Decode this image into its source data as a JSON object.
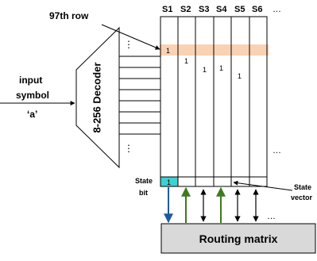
{
  "labels": {
    "row_97": "97th row",
    "input_line1": "input",
    "input_line2": "symbol",
    "input_char": "‘a’",
    "decoder": "8-256 Decoder",
    "state_bit_line1": "State",
    "state_bit_line2": "bit",
    "state_vector_line1": "State",
    "state_vector_line2": "vector",
    "routing_matrix": "Routing matrix",
    "ellipsis_h": "…",
    "ellipsis_v": "⋮"
  },
  "columns": [
    "S1",
    "S2",
    "S3",
    "S4",
    "S5",
    "S6"
  ],
  "cell_values": {
    "s1_row97": "1",
    "s2": "1",
    "s3": "1",
    "s4": "1",
    "s5": "1",
    "state_bit": "1"
  },
  "colors": {
    "row_highlight": "#f9d2b4",
    "state_bit_fill": "#3dd1cf",
    "blue_arrow": "#1f5b9c",
    "green_arrow": "#3f7a1e",
    "routing_fill": "#d9d9d9"
  }
}
